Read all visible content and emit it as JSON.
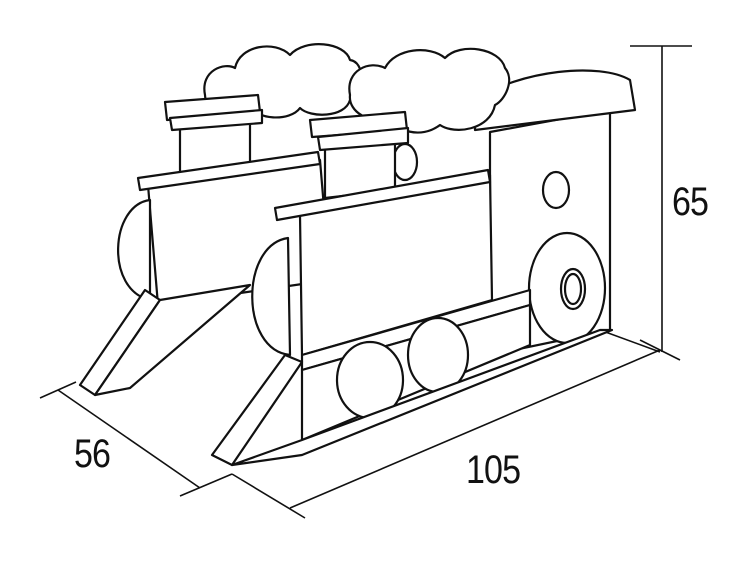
{
  "dimensions": {
    "depth": "56",
    "length": "105",
    "height": "65"
  },
  "colors": {
    "line": "#111111",
    "background": "#ffffff"
  }
}
